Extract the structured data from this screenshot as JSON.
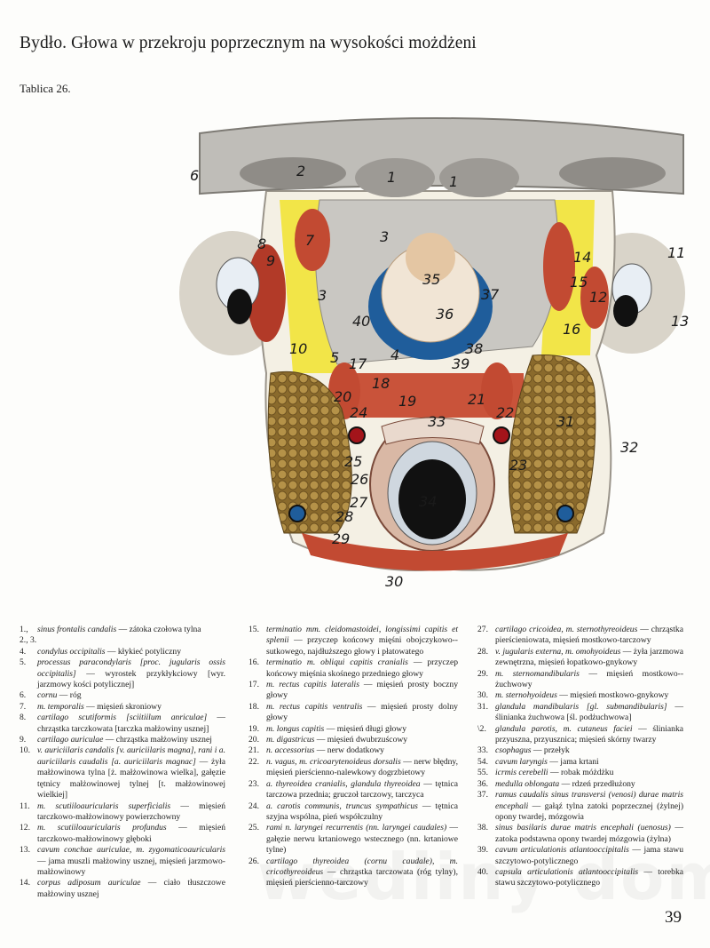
{
  "header": {
    "title": "Bydło. Głowa w przekroju poprzecznym na wysokości możdżeni",
    "plate": "Tablica 26."
  },
  "figure": {
    "labels": [
      "1",
      "1",
      "2",
      "3",
      "3",
      "4",
      "5",
      "6",
      "7",
      "8",
      "9",
      "10",
      "11",
      "12",
      "13",
      "14",
      "15",
      "16",
      "17",
      "18",
      "19",
      "20",
      "21",
      "22",
      "23",
      "24",
      "25",
      "26",
      "27",
      "28",
      "29",
      "30",
      "31",
      "32",
      "33",
      "34",
      "35",
      "36",
      "37",
      "38",
      "39",
      "40"
    ]
  },
  "legend": {
    "col1": [
      {
        "num": "1., 2., 3.",
        "latin": "sinus frontalis candalis",
        "polish": "zátoka czołowa tylna"
      },
      {
        "num": "4.",
        "latin": "condylus occipitalis",
        "polish": "kłykieć potyliczny"
      },
      {
        "num": "5.",
        "latin": "processus paracondylaris [proc. jugularis ossis occipitalis]",
        "polish": "wyrostek przykłykciowy [wyr. jarzmowy kości potylicznej]"
      },
      {
        "num": "6.",
        "latin": "cornu",
        "polish": "róg"
      },
      {
        "num": "7.",
        "latin": "m. temporalis",
        "polish": "mięsień skroniowy"
      },
      {
        "num": "8.",
        "latin": "cartilago scutiformis [sciitiilum anriculae]",
        "polish": "chrząstka tarczkowata [tarczka małżowiny usznej]"
      },
      {
        "num": "9.",
        "latin": "cartilago auriculae",
        "polish": "chrząstka małżowiny usznej"
      },
      {
        "num": "10.",
        "latin": "v. auriciilaris candalis [v. auriciilaris magna], rani i a. auriciilaris caudalis [a. auriciilaris magnac]",
        "polish": "żyła małżowinowa tylna [ż. małżowinowa wielka], gałęzie tętnicy małżowinowej tylnej [t. małżowinowej wielkiej]"
      },
      {
        "num": "11.",
        "latin": "m. scutiiloauricularis superficialis",
        "polish": "mięsień tarczkowo-małżowinowy powierzchowny"
      },
      {
        "num": "12.",
        "latin": "m. scutiiloauricularis profundus",
        "polish": "mięsień tarczkowo-małżowinowy głęboki"
      },
      {
        "num": "13.",
        "latin": "cavum conchae auriculae, m. zygomaticoauricularis",
        "polish": "jama muszli małżowiny usznej, mięsień jarzmowo-małżowinowy"
      },
      {
        "num": "14.",
        "latin": "corpus adiposum auriculae",
        "polish": "ciało tłuszczowe małżowiny usznej"
      }
    ],
    "col2": [
      {
        "num": "15.",
        "latin": "terminatio mm. cleidomastoidei, longissimi capitis et splenii",
        "polish": "przyczep końcowy mięśni obojczykowo--sutkowego, najdłuższego głowy i płatowatego"
      },
      {
        "num": "16.",
        "latin": "terminatio m. obliqui capitis cranialis",
        "polish": "przyczep końcowy mięśnia skośnego przedniego głowy"
      },
      {
        "num": "17.",
        "latin": "m. rectus capitis lateralis",
        "polish": "mięsień prosty boczny głowy"
      },
      {
        "num": "18.",
        "latin": "m. rectus capitis ventralis",
        "polish": "mięsień prosty dolny głowy"
      },
      {
        "num": "19.",
        "latin": "m. longus capitis",
        "polish": "mięsień długi głowy"
      },
      {
        "num": "20.",
        "latin": "m. digastricus",
        "polish": "mięsień dwubrzuścowy"
      },
      {
        "num": "21.",
        "latin": "n. accessorius",
        "polish": "nerw dodatkowy"
      },
      {
        "num": "22.",
        "latin": "n. vagus, m. cricoarytenoideus dorsalis",
        "polish": "nerw błędny, mięsień pierścienno-nalewkowy dogrzbietowy"
      },
      {
        "num": "23.",
        "latin": "a. thyreoidea cranialis, glandula thyreoidea",
        "polish": "tętnica tarczowa przednia; gruczoł tarczowy, tarczyca"
      },
      {
        "num": "24.",
        "latin": "a. carotis communis, truncus sympathicus",
        "polish": "tętnica szyjna wspólna, pień współczulny"
      },
      {
        "num": "25.",
        "latin": "rami n. laryngei recurrentis (nn. laryngei caudales)",
        "polish": "gałęzie nerwu krtaniowego wstecznego (nn. krtaniowe tylne)"
      },
      {
        "num": "26.",
        "latin": "cartilago thyreoidea (cornu caudale), m. cricothyreoideus",
        "polish": "chrząstka tarczowata (róg tylny), mięsień pierścienno-tarczowy"
      }
    ],
    "col3": [
      {
        "num": "27.",
        "latin": "cartilago cricoidea, m. sternothyreoideus",
        "polish": "chrząstka pierścieniowata, mięsień mostkowo-tarczowy"
      },
      {
        "num": "28.",
        "latin": "v. jugularis externa, m. omohyoideus",
        "polish": "żyła jarzmowa zewnętrzna, mięsień łopatkowo-gnykowy"
      },
      {
        "num": "29.",
        "latin": "m. sternomandibularis",
        "polish": "mięsień mostkowo--żuchwowy"
      },
      {
        "num": "30.",
        "latin": "m. sternohyoideus",
        "polish": "mięsień mostkowo-gnykowy"
      },
      {
        "num": "31.",
        "latin": "glandula mandibularis [gl. submandibularis]",
        "polish": "ślinianka żuchwowa [śl. podżuchwowa]"
      },
      {
        "num": "\\2.",
        "latin": "glandula parotis, m. cutaneus faciei",
        "polish": "ślinianka przyuszna, przyusznica; mięsień skórny twarzy"
      },
      {
        "num": "33.",
        "latin": "csophagus",
        "polish": "przełyk"
      },
      {
        "num": "54.",
        "latin": "cavum laryngis",
        "polish": "jama krtani"
      },
      {
        "num": "55.",
        "latin": "icrmis cerebelli",
        "polish": "robak móżdżku"
      },
      {
        "num": "36.",
        "latin": "medulla oblongata",
        "polish": "rdzeń przedłużony"
      },
      {
        "num": "37.",
        "latin": "ramus caudalis sinus transversi (venosi) durae matris encephali",
        "polish": "gałąź tylna zatoki poprzecznej (żylnej) opony twardej, mózgowia"
      },
      {
        "num": "38.",
        "latin": "sinus basilaris durae matris encephali (uenosus)",
        "polish": "zatoka podstawna opony twardej mózgowia (żylna)"
      },
      {
        "num": "39.",
        "latin": "cavum articulationis atlantooccipitalis",
        "polish": "jama stawu szczytowo-potylicznego"
      },
      {
        "num": "40.",
        "latin": "capsula articulationis atlantooccipitalis",
        "polish": "torebka stawu szczytowo-potylicznego"
      }
    ]
  },
  "footer": {
    "page_number": "39",
    "watermark": "wedliny domowe.pl"
  }
}
